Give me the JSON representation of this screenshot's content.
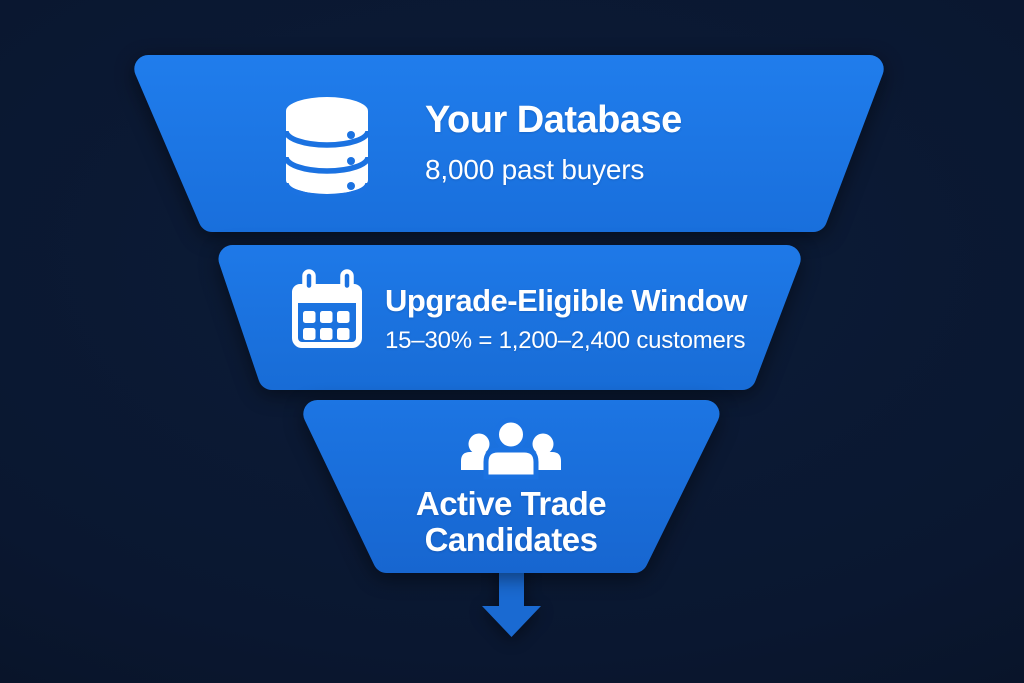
{
  "colors": {
    "background": "#0a1730",
    "tier_blue_top": "#207dec",
    "tier_blue_bottom": "#1768d2",
    "icon_inner_blue": "#1b72e1",
    "arrow_blue": "#1a6ad2",
    "text": "#ffffff"
  },
  "funnel": {
    "tiers": [
      {
        "icon": "database-icon",
        "title": "Your Database",
        "subtitle": "8,000 past buyers"
      },
      {
        "icon": "calendar-icon",
        "title": "Upgrade-Eligible Window",
        "subtitle": "15–30% = 1,200–2,400 customers"
      },
      {
        "icon": "people-icon",
        "title": "Active Trade Candidates"
      }
    ],
    "arrow": "down-arrow-icon"
  }
}
